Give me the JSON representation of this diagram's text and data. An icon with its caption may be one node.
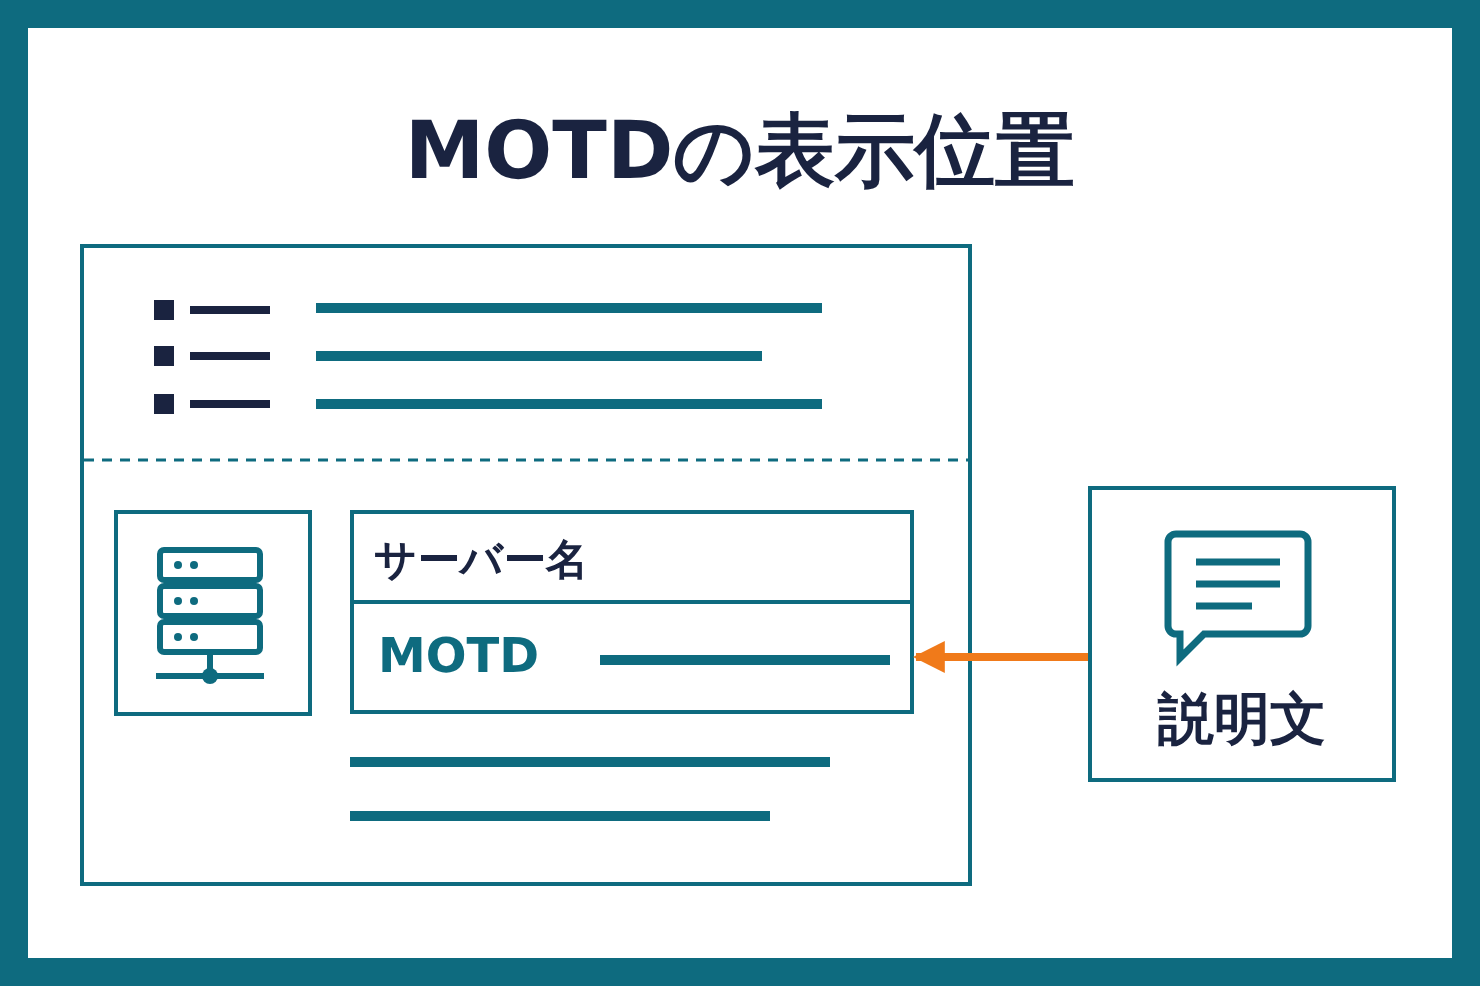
{
  "diagram": {
    "title": "MOTDの表示位置",
    "nodes": [
      {
        "text": [],
        "shape": "box"
      },
      {
        "text": [],
        "shape": "box",
        "in": 0
      },
      {
        "text": [
          "サーバー名"
        ],
        "in": 0
      },
      {
        "text": [
          "MOTD"
        ],
        "in": 0
      },
      {
        "text": [
          "説明文"
        ]
      }
    ],
    "edges": [
      {
        "from": 4,
        "to": 3,
        "arrow": "to",
        "color": "#f07a1a"
      }
    ]
  }
}
